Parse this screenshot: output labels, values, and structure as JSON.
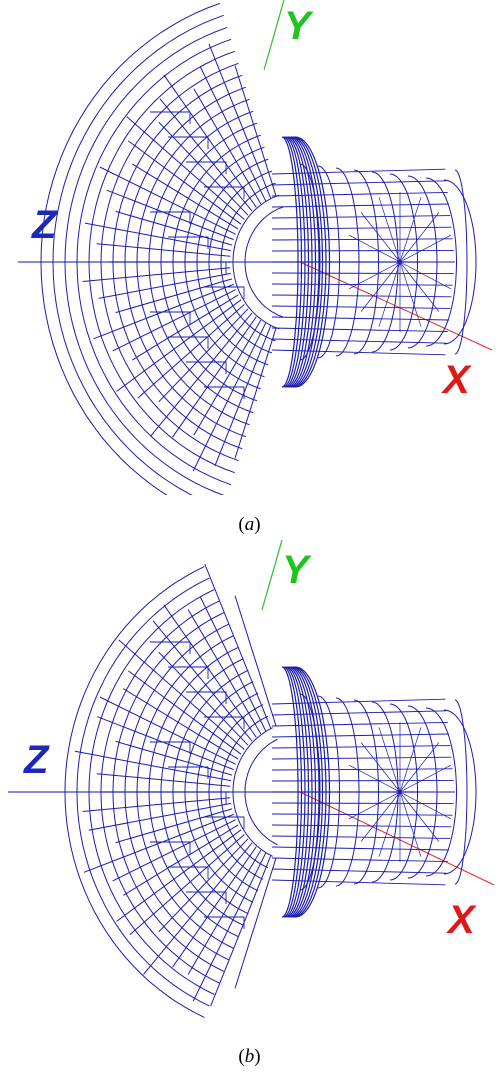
{
  "figure": {
    "panels": [
      {
        "id": "a",
        "caption_letter": "a",
        "axis_labels": {
          "x": "X",
          "y": "Y",
          "z": "Z"
        }
      },
      {
        "id": "b",
        "caption_letter": "b",
        "axis_labels": {
          "x": "X",
          "y": "Y",
          "z": "Z"
        }
      }
    ],
    "colors": {
      "mesh": "#1c1cae",
      "x_axis": "#e01818",
      "y_axis": "#1fc41f",
      "z_axis": "#1c28b8"
    }
  }
}
